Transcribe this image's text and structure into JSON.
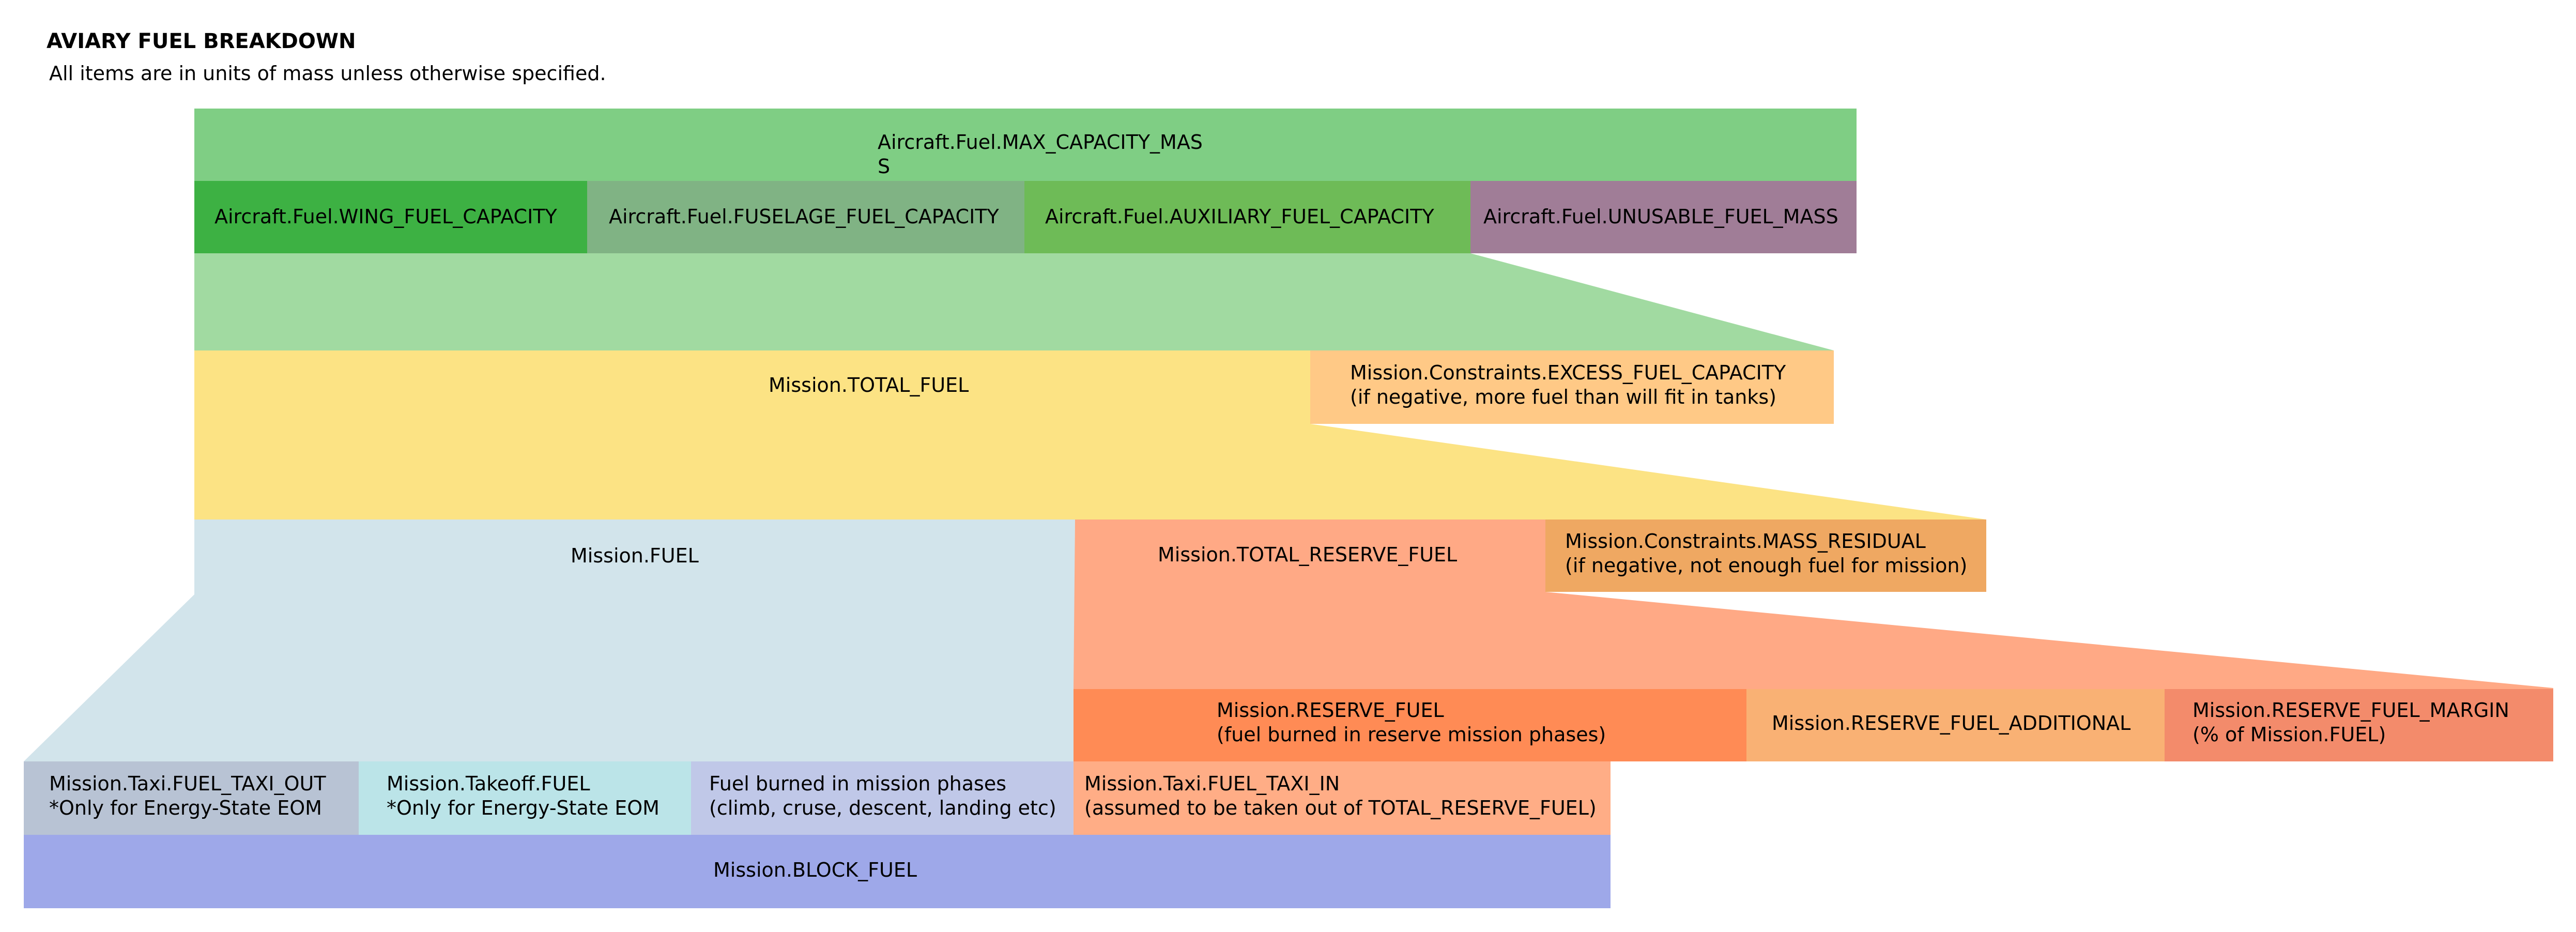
{
  "header": {
    "title": "AVIARY FUEL BREAKDOWN",
    "subtitle": "All items are in units of mass unless otherwise specified."
  },
  "colors": {
    "max_capacity": "#7FCE84",
    "wing_capacity": "#3DB143",
    "fuselage_capacity": "#80B384",
    "auxiliary_capacity": "#6EBB57",
    "unusable": "#A07D97",
    "capacity_trapezoid": "#A1DAA1",
    "total_fuel": "#FCE384",
    "excess_capacity": "#FFC986",
    "fuel": "#D2E4EB",
    "total_reserve": "#FFA985",
    "mass_residual": "#EFA862",
    "reserve_fuel": "#FF8B55",
    "reserve_additional": "#F9B174",
    "reserve_margin": "#F38B6B",
    "taxi_out": "#B8C3D4",
    "takeoff": "#BBE4E8",
    "mission_phases": "#C0C8E8",
    "taxi_in": "#FFAD86",
    "block_fuel": "#9EA8E9"
  },
  "boxes": {
    "max_capacity": {
      "line1": "Aircraft.Fuel.MAX_CAPACITY_MAS",
      "line2": "S"
    },
    "wing_capacity": {
      "label": "Aircraft.Fuel.WING_FUEL_CAPACITY"
    },
    "fuselage_capacity": {
      "label": "Aircraft.Fuel.FUSELAGE_FUEL_CAPACITY"
    },
    "auxiliary_capacity": {
      "label": "Aircraft.Fuel.AUXILIARY_FUEL_CAPACITY"
    },
    "unusable": {
      "label": "Aircraft.Fuel.UNUSABLE_FUEL_MASS"
    },
    "total_fuel": {
      "label": "Mission.TOTAL_FUEL"
    },
    "excess_capacity": {
      "line1": "Mission.Constraints.EXCESS_FUEL_CAPACITY",
      "line2": "(if negative, more fuel than will fit in tanks)"
    },
    "fuel": {
      "label": "Mission.FUEL"
    },
    "total_reserve": {
      "label": "Mission.TOTAL_RESERVE_FUEL"
    },
    "mass_residual": {
      "line1": "Mission.Constraints.MASS_RESIDUAL",
      "line2": "(if negative, not enough fuel for mission)"
    },
    "reserve_fuel": {
      "line1": "Mission.RESERVE_FUEL",
      "line2": "(fuel burned in reserve mission phases)"
    },
    "reserve_additional": {
      "label": "Mission.RESERVE_FUEL_ADDITIONAL"
    },
    "reserve_margin": {
      "line1": "Mission.RESERVE_FUEL_MARGIN",
      "line2": "(% of Mission.FUEL)"
    },
    "taxi_out": {
      "line1": "Mission.Taxi.FUEL_TAXI_OUT",
      "line2": "*Only for Energy-State EOM"
    },
    "takeoff": {
      "line1": "Mission.Takeoff.FUEL",
      "line2": "*Only for Energy-State EOM"
    },
    "mission_phases": {
      "line1": "Fuel burned in mission phases",
      "line2": "(climb, cruse, descent, landing etc)"
    },
    "taxi_in": {
      "line1": "Mission.Taxi.FUEL_TAXI_IN",
      "line2": "(assumed to be taken out of TOTAL_RESERVE_FUEL)"
    },
    "block_fuel": {
      "label": "Mission.BLOCK_FUEL"
    }
  }
}
